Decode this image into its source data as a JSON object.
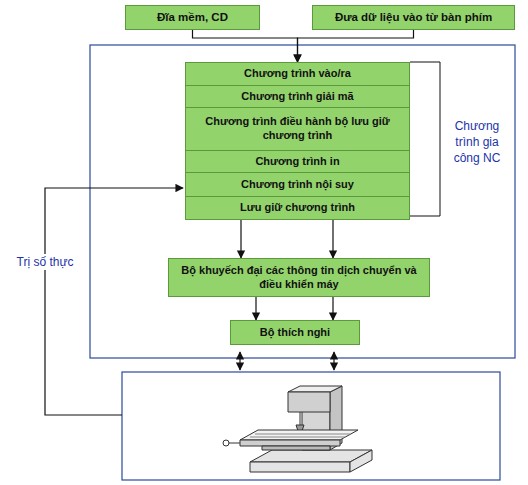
{
  "diagram": {
    "nodes": [
      {
        "text": [
          "Đĩa mềm, CD"
        ]
      },
      {
        "text": [
          "Đưa dữ liệu vào từ bàn phím"
        ]
      },
      {
        "text": [
          "Chương trình vào/ra"
        ]
      },
      {
        "text": [
          "Chương trình giải mã"
        ]
      },
      {
        "text": [
          "Chương trình điều hành bộ lưu giữ chương trình"
        ]
      },
      {
        "text": [
          "Chương trình in"
        ]
      },
      {
        "text": [
          "Chương trình nội suy"
        ]
      },
      {
        "text": [
          "Lưu giữ chương trình"
        ]
      },
      {
        "text": [
          "Bộ khuyếch đại các thông tin dịch chuyển và điều khiển máy"
        ]
      },
      {
        "text": [
          "Bộ thích nghi"
        ]
      }
    ],
    "edges": [
      {
        "from": 0,
        "to": 2,
        "arrow": "to"
      },
      {
        "from": 1,
        "to": 2,
        "arrow": "to"
      },
      {
        "from": 7,
        "to": 8,
        "arrow": "to"
      },
      {
        "from": 7,
        "to": 8,
        "arrow": "to"
      },
      {
        "from": 8,
        "to": 9,
        "arrow": "to"
      },
      {
        "from": 8,
        "to": 9,
        "arrow": "to"
      }
    ],
    "labels": [
      "Chương trình gia công NC",
      "Trị số thực"
    ]
  }
}
